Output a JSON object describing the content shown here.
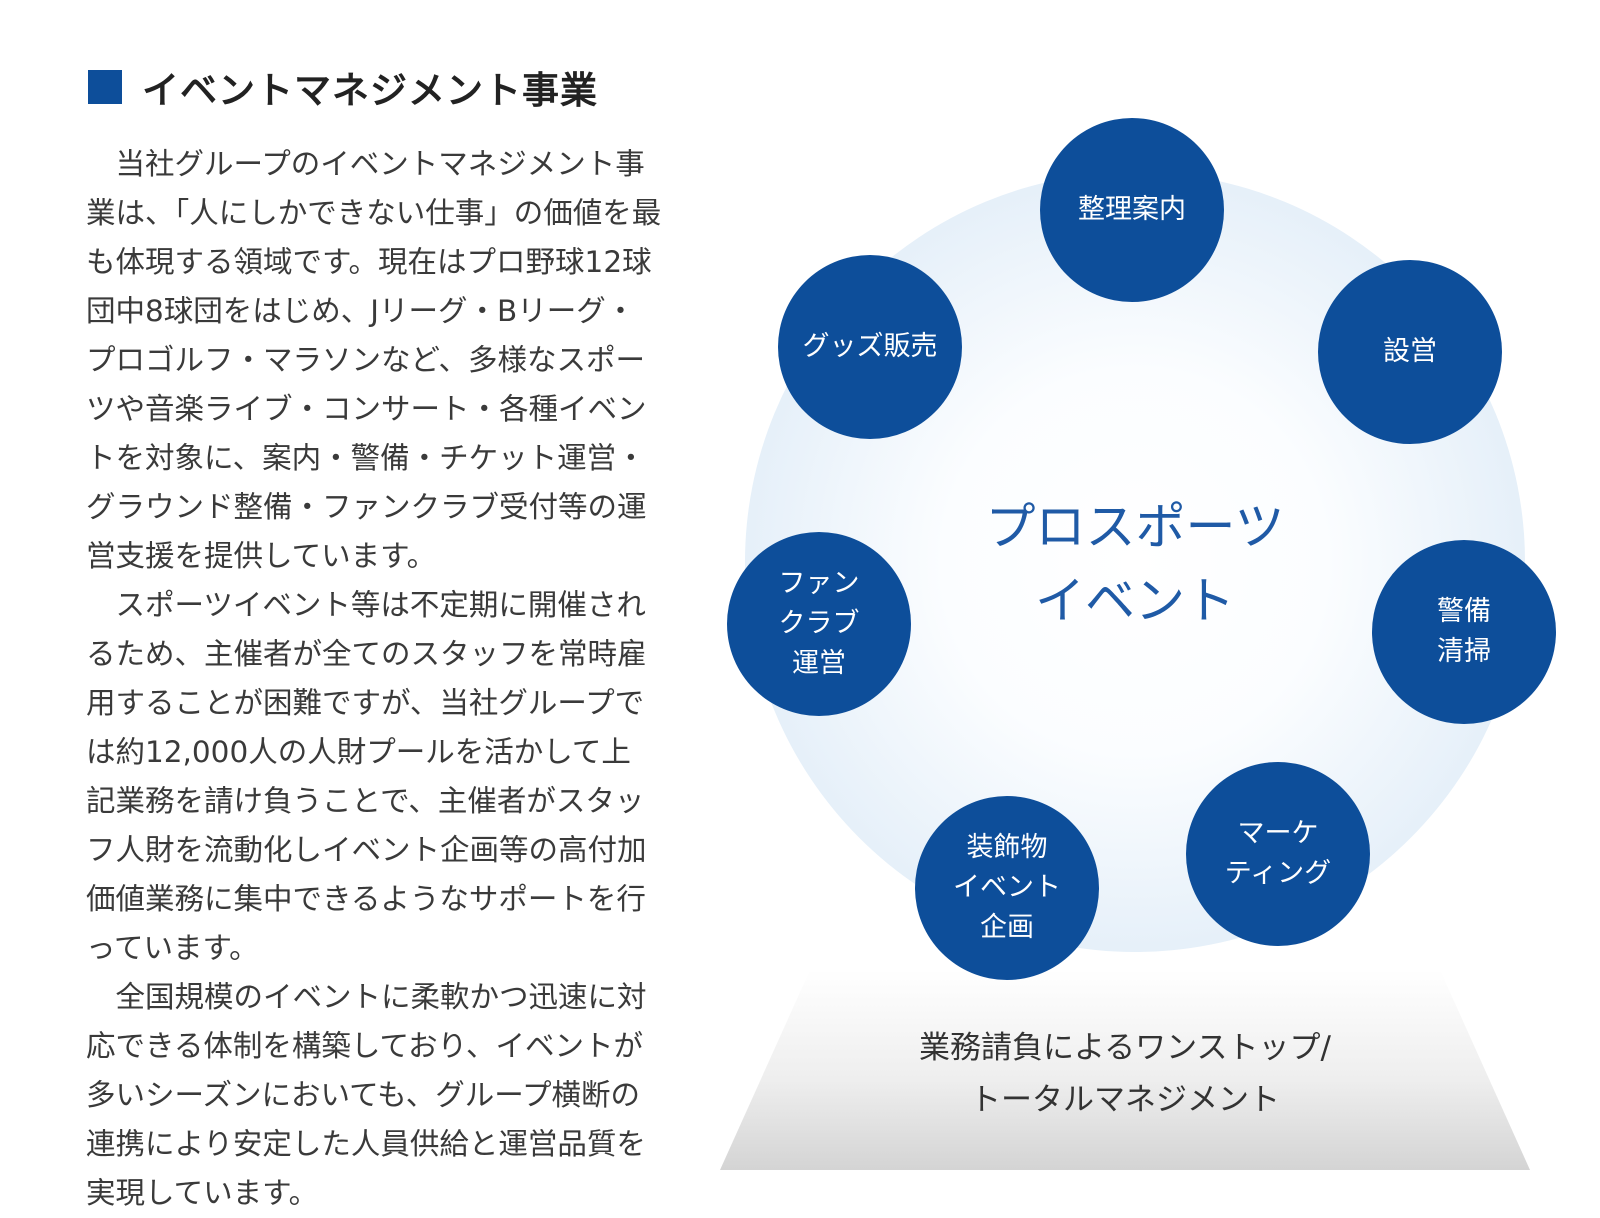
{
  "heading": {
    "title": "イベントマネジメント事業"
  },
  "body": {
    "paragraphs": [
      [
        "　当社グループのイベントマネジメント事",
        "業は、「人にしかできない仕事」の価値を最",
        "も体現する領域です。現在はプロ野球12球",
        "団中8球団をはじめ、Jリーグ・Bリーグ・",
        "プロゴルフ・マラソンなど、多様なスポー",
        "ツや音楽ライブ・コンサート・各種イベン",
        "トを対象に、案内・警備・チケット運営・",
        "グラウンド整備・ファンクラブ受付等の運",
        "営支援を提供しています。"
      ],
      [
        "　スポーツイベント等は不定期に開催され",
        "るため、主催者が全てのスタッフを常時雇",
        "用することが困難ですが、当社グループで",
        "は約12,000人の人財プールを活かして上",
        "記業務を請け負うことで、主催者がスタッ",
        "フ人財を流動化しイベント企画等の高付加",
        "価値業務に集中できるようなサポートを行",
        "っています。"
      ],
      [
        "　全国規模のイベントに柔軟かつ迅速に対",
        "応できる体制を構築しており、イベントが",
        "多いシーズンにおいても、グループ横断の",
        "連携により安定した人員供給と運営品質を",
        "実現しています。"
      ]
    ]
  },
  "diagram": {
    "center": [
      "プロスポーツ",
      "イベント"
    ],
    "nodes": [
      [
        "整理案内"
      ],
      [
        "設営"
      ],
      [
        "警備",
        "清掃"
      ],
      [
        "マーケ",
        "ティング"
      ],
      [
        "装飾物",
        "イベント",
        "企画"
      ],
      [
        "ファン",
        "クラブ",
        "運営"
      ],
      [
        "グッズ販売"
      ]
    ],
    "base": [
      "業務請負によるワンストップ/",
      "トータルマネジメント"
    ]
  },
  "colors": {
    "primary": "#0d4e9a",
    "center_text": "#1f5aa6",
    "body_text": "#3a3a3a"
  }
}
